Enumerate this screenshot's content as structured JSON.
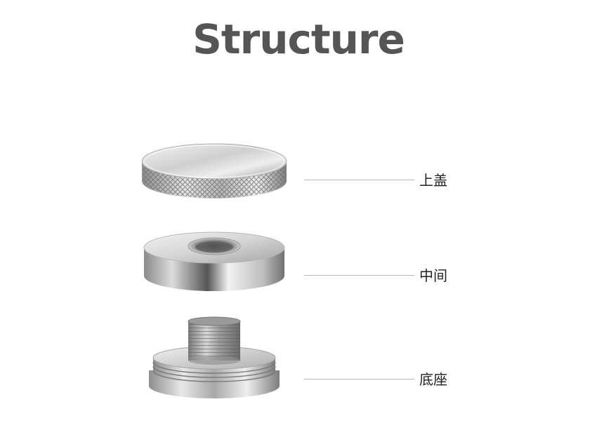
{
  "title": "Structure",
  "parts": [
    {
      "label": "上盖"
    },
    {
      "label": "中间"
    },
    {
      "label": "底座"
    }
  ]
}
